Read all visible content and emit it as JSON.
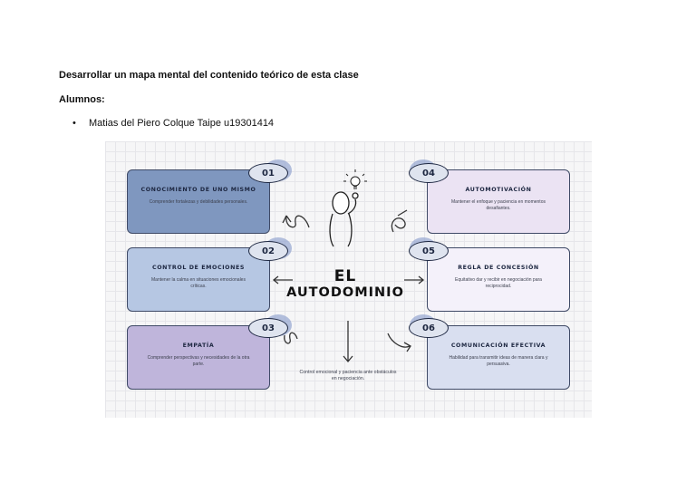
{
  "document": {
    "title": "Desarrollar un mapa mental del contenido teórico de esta clase",
    "students_label": "Alumnos:",
    "students": [
      {
        "bullet": "•",
        "name": "Matias del Piero Colque Taipe u19301414"
      }
    ]
  },
  "mindmap": {
    "center_line1": "EL",
    "center_line2": "AUTODOMINIO",
    "bottom_caption": "Control emocional y paciencia ante obstáculos en negociación.",
    "cards": [
      {
        "number": "01",
        "title": "Conocimiento de uno mismo",
        "desc": "Comprender fortalezas y debilidades personales."
      },
      {
        "number": "02",
        "title": "Control de emociones",
        "desc": "Mantener la calma en situaciones emocionales críticas."
      },
      {
        "number": "03",
        "title": "Empatía",
        "desc": "Comprender perspectivas y necesidades de la otra parte."
      },
      {
        "number": "04",
        "title": "Automotivación",
        "desc": "Mantener el enfoque y paciencia en momentos desafiantes."
      },
      {
        "number": "05",
        "title": "Regla de concesión",
        "desc": "Equitativo dar y recibir en negociación para reciprocidad."
      },
      {
        "number": "06",
        "title": "Comunicación efectiva",
        "desc": "Habilidad para transmitir ideas de manera clara y persuasiva."
      }
    ]
  }
}
